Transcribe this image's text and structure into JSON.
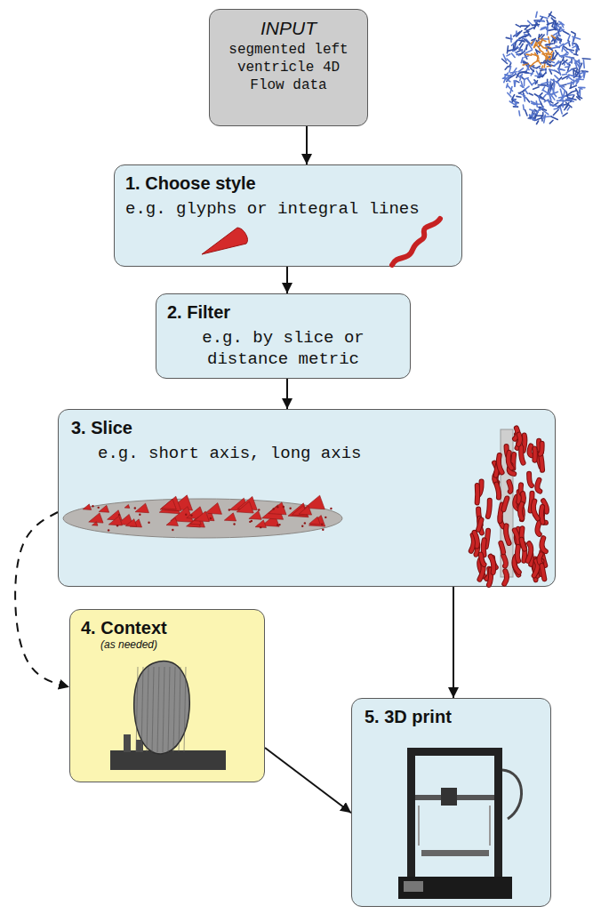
{
  "diagram": {
    "nodes": [
      {
        "text": [
          "INPUT",
          "segmented left ventricle 4D Flow data"
        ]
      },
      {
        "text": [
          "1. Choose style",
          "e.g. glyphs or integral lines"
        ]
      },
      {
        "text": [
          "2. Filter",
          "e.g. by slice or distance metric"
        ]
      },
      {
        "text": [
          "3. Slice",
          "e.g. short axis, long axis"
        ]
      },
      {
        "text": [
          "4. Context",
          "(as needed)"
        ]
      },
      {
        "text": [
          "5. 3D print"
        ]
      }
    ],
    "edges": [
      {
        "from": 0,
        "to": 1,
        "arrow": "to"
      },
      {
        "from": 1,
        "to": 2,
        "arrow": "to"
      },
      {
        "from": 2,
        "to": 3,
        "arrow": "to"
      },
      {
        "from": 3,
        "to": 4,
        "arrow": "to"
      },
      {
        "from": 3,
        "to": 5,
        "arrow": "to"
      },
      {
        "from": 4,
        "to": 5,
        "arrow": "to"
      }
    ]
  }
}
